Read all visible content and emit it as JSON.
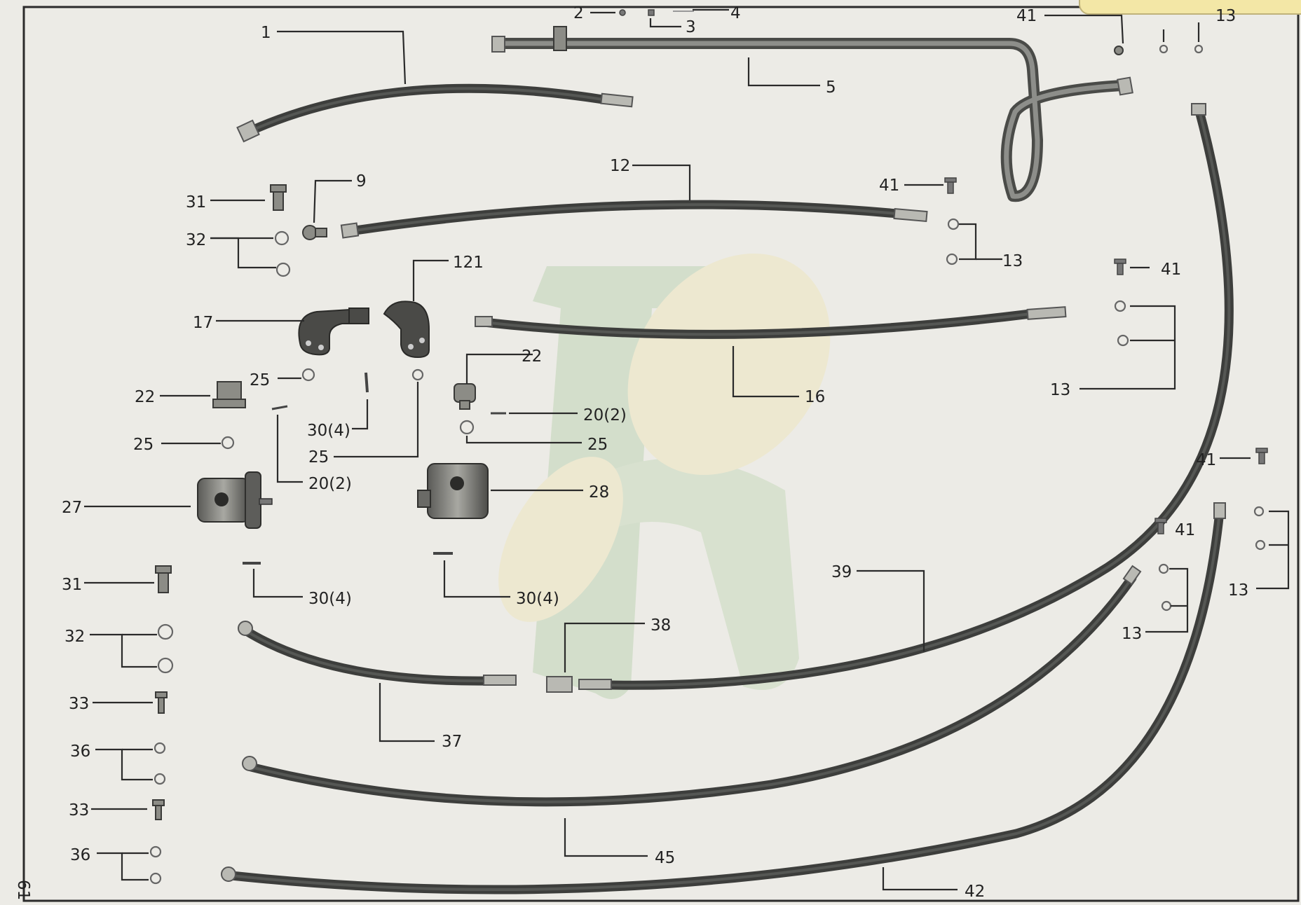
{
  "page_number": "61",
  "callouts": {
    "c1": "1",
    "c2": "2",
    "c3": "3",
    "c4": "4",
    "c5": "5",
    "c41a": "41",
    "c13a": "13",
    "c12": "12",
    "c9": "9",
    "c31a": "31",
    "c32a": "32",
    "c41b": "41",
    "c13b": "13",
    "c121": "121",
    "c17": "17",
    "c41c": "41",
    "c13c": "13",
    "c16": "16",
    "c25a": "25",
    "c22a": "22",
    "c22b": "22",
    "c30a": "30(4)",
    "c20a": "20(2)",
    "c25b": "25",
    "c25c": "25",
    "c25d": "25",
    "c20b": "20(2)",
    "c27": "27",
    "c28": "28",
    "c41d": "41",
    "c41e": "41",
    "c13d": "13",
    "c31b": "31",
    "c30b": "30(4)",
    "c30c": "30(4)",
    "c39": "39",
    "c38": "38",
    "c13e": "13",
    "c32b": "32",
    "c33a": "33",
    "c37": "37",
    "c36a": "36",
    "c33b": "33",
    "c36b": "36",
    "c45": "45",
    "c42": "42"
  }
}
